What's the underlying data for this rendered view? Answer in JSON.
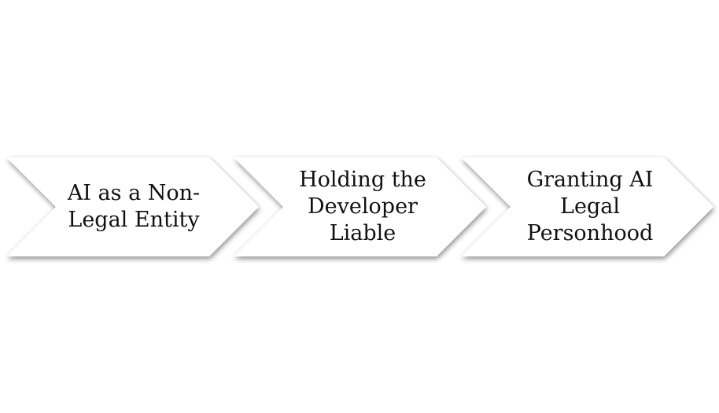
{
  "process": {
    "steps": [
      {
        "label": "AI as a Non-\nLegal Entity"
      },
      {
        "label": "Holding the\nDeveloper\nLiable"
      },
      {
        "label": "Granting AI\nLegal\nPersonhood"
      }
    ]
  },
  "colors": {
    "chevron_fill": "#ffffff",
    "chevron_shadow": "#c8c8c8",
    "text": "#111111"
  }
}
